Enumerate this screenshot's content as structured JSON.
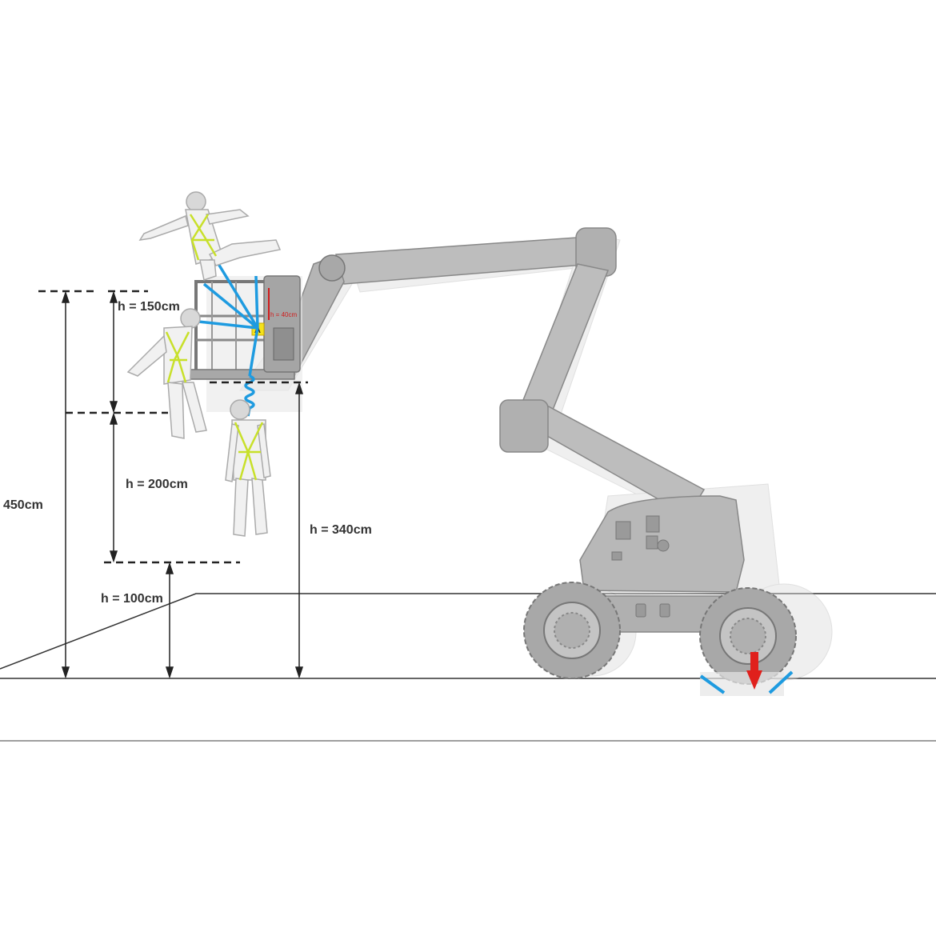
{
  "labels": {
    "total_height": "450cm",
    "fall_top": "h = 150cm",
    "fall_middle": "h = 200cm",
    "fall_bottom": "h = 100cm",
    "platform_height": "h = 340cm",
    "guardrail_height": "h = 40cm",
    "anchor_badge": "A"
  },
  "colors": {
    "lines": "#222222",
    "machine": "#b4b4b4",
    "machine_dark": "#8a8a8a",
    "machine_ghost": "#dcdcdc",
    "harness": "#c8e02a",
    "lanyard": "#1e9be0",
    "arrow": "#e0201c",
    "anchor": "#f4e21a"
  }
}
